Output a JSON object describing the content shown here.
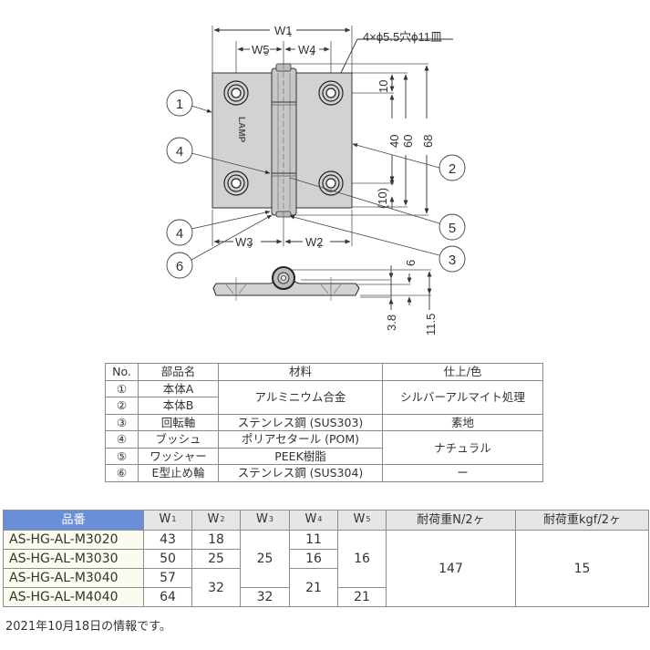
{
  "drawing": {
    "dimensions": {
      "w1": "W1",
      "w2": "W2",
      "w3": "W3",
      "w4": "W4",
      "w5": "W5",
      "hole_note": "4×ϕ5.5穴ϕ11皿",
      "d10_top": "10",
      "d40": "40",
      "d60": "60",
      "d68": "68",
      "d10_bottom": "(10)",
      "d6": "6",
      "d3_8": "3.8",
      "d11_5": "11.5"
    },
    "balloons": [
      "1",
      "2",
      "3",
      "4",
      "4",
      "5",
      "6"
    ],
    "logo": "LAMP",
    "colors": {
      "plate_fill": "#d2d2d2",
      "line": "#333333"
    }
  },
  "parts_table": {
    "headers": [
      "No.",
      "部品名",
      "材料",
      "仕上/色"
    ],
    "rows": [
      {
        "no": "①",
        "name": "本体A",
        "material": "アルミニウム合金",
        "finish": "シルバーアルマイト処理"
      },
      {
        "no": "②",
        "name": "本体B",
        "material": "アルミニウム合金",
        "finish": "シルバーアルマイト処理"
      },
      {
        "no": "③",
        "name": "回転軸",
        "material": "ステンレス鋼 (SUS303)",
        "finish": "素地"
      },
      {
        "no": "④",
        "name": "ブッシュ",
        "material": "ポリアセタール (POM)",
        "finish": "ナチュラル"
      },
      {
        "no": "⑤",
        "name": "ワッシャー",
        "material": "PEEK樹脂",
        "finish": "ナチュラル"
      },
      {
        "no": "⑥",
        "name": "E型止め輪",
        "material": "ステンレス鋼 (SUS304)",
        "finish": "ー"
      }
    ]
  },
  "spec_table": {
    "headers": {
      "part_number": "品番",
      "w1": "W",
      "w1_sub": "1",
      "w2": "W",
      "w2_sub": "2",
      "w3": "W",
      "w3_sub": "3",
      "w4": "W",
      "w4_sub": "4",
      "w5": "W",
      "w5_sub": "5",
      "load_n": "耐荷重N/2ヶ",
      "load_kgf": "耐荷重kgf/2ヶ"
    },
    "rows": [
      {
        "part_number": "AS-HG-AL-M3020",
        "w1": "43",
        "w2": "18",
        "w3": "25",
        "w4": "11",
        "w5": "16",
        "load_n": "147",
        "load_kgf": "15"
      },
      {
        "part_number": "AS-HG-AL-M3030",
        "w1": "50",
        "w2": "25",
        "w3": "25",
        "w4": "16",
        "w5": "16",
        "load_n": "147",
        "load_kgf": "15"
      },
      {
        "part_number": "AS-HG-AL-M3040",
        "w1": "57",
        "w2": "32",
        "w3": "25",
        "w4": "21",
        "w5": "16",
        "load_n": "147",
        "load_kgf": "15"
      },
      {
        "part_number": "AS-HG-AL-M4040",
        "w1": "64",
        "w2": "32",
        "w3": "32",
        "w4": "21",
        "w5": "21",
        "load_n": "147",
        "load_kgf": "15"
      }
    ],
    "colors": {
      "header_bg": "#e6e6e6",
      "part_number_header_bg": "#6b8fd6",
      "part_number_cell_bg": "#fbfbef"
    }
  },
  "footnote": "2021年10月18日の情報です。"
}
